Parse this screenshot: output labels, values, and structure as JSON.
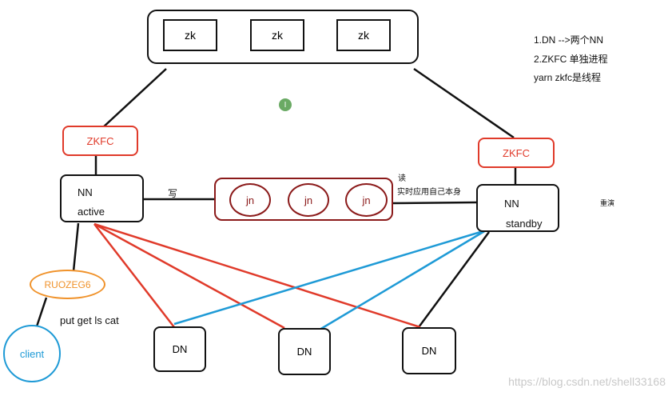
{
  "zookeeper": {
    "nodes": [
      "zk",
      "zk",
      "zk"
    ]
  },
  "zkfc_left": "ZKFC",
  "zkfc_right": "ZKFC",
  "nn_active": {
    "name": "NN",
    "state": "active"
  },
  "nn_standby": {
    "name": "NN",
    "state": "standby"
  },
  "journal": {
    "nodes": [
      "jn",
      "jn",
      "jn"
    ]
  },
  "edge_labels": {
    "write": "写",
    "read": "读",
    "read_note": "实时应用自己本身"
  },
  "datanodes": [
    "DN",
    "DN",
    "DN"
  ],
  "proxy": "RUOZEG6",
  "client": "client",
  "commands": "put get ls cat",
  "notes": [
    "1.DN -->两个NN",
    "2.ZKFC 单独进程",
    "yarn zkfc是线程"
  ],
  "side_note": "重演",
  "badge": "I",
  "watermark": "https://blog.csdn.net/shell33168",
  "colors": {
    "black": "#111111",
    "red": "#e03a2a",
    "darkred": "#8b1a1a",
    "blue": "#1e9ad6",
    "orange": "#f0922a"
  }
}
